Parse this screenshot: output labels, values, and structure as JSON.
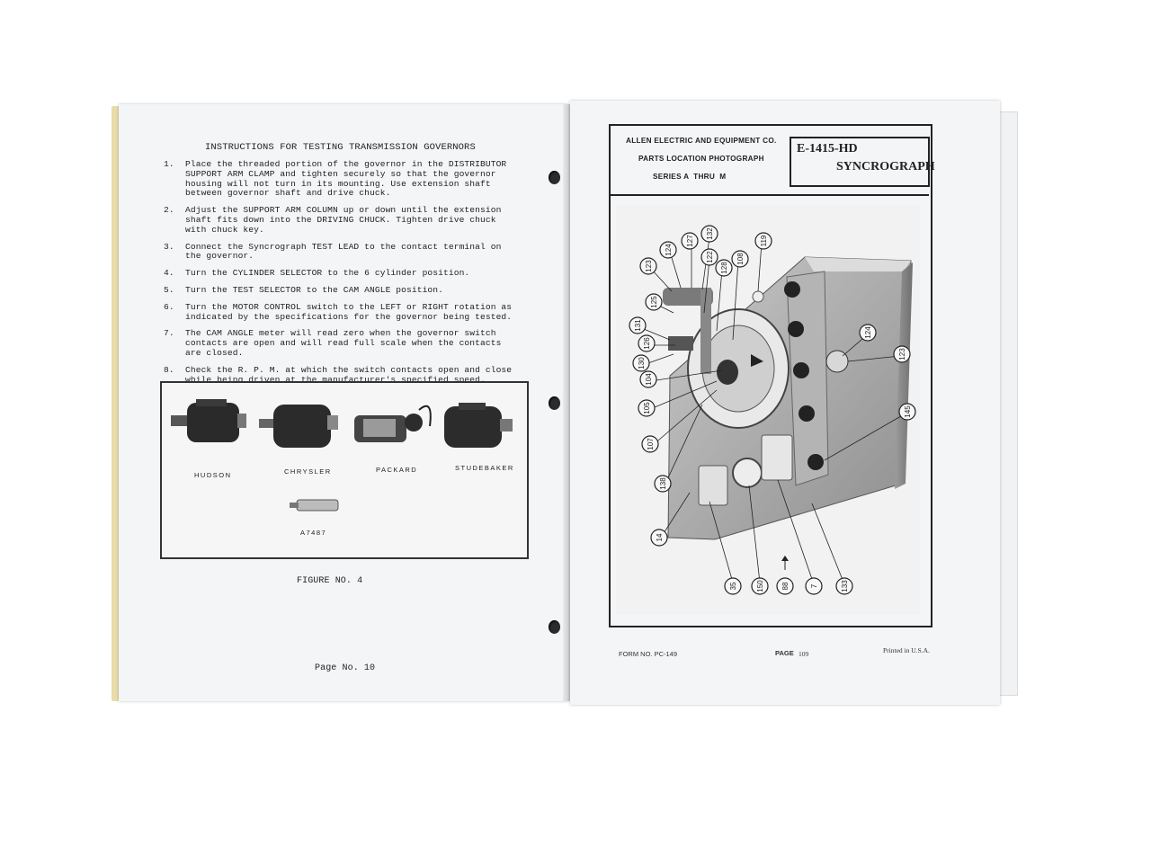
{
  "left_page": {
    "title": "INSTRUCTIONS FOR TESTING TRANSMISSION GOVERNORS",
    "steps": [
      {
        "num": "1.",
        "text": "Place the threaded portion of the governor in the DISTRIBUTOR SUPPORT ARM CLAMP and tighten securely so that the governor housing will not turn in its mounting. Use extension shaft between governor shaft and drive chuck."
      },
      {
        "num": "2.",
        "text": "Adjust the SUPPORT ARM COLUMN up or down until the extension shaft fits down into the DRIVING CHUCK. Tighten drive chuck with chuck key."
      },
      {
        "num": "3.",
        "text": "Connect the Syncrograph TEST LEAD to the contact terminal on the governor."
      },
      {
        "num": "4.",
        "text": "Turn the CYLINDER SELECTOR to the 6 cylinder position."
      },
      {
        "num": "5.",
        "text": "Turn the TEST SELECTOR to the CAM ANGLE position."
      },
      {
        "num": "6.",
        "text": "Turn the MOTOR CONTROL switch to the LEFT or RIGHT rotation as indicated by the specifications for the governor being tested."
      },
      {
        "num": "7.",
        "text": "The CAM ANGLE meter will read zero when the governor switch contacts are open and will read full scale when the contacts are closed."
      },
      {
        "num": "8.",
        "text": "Check the R. P. M. at which the switch contacts open and close while being driven at the manufacturer's specified speed."
      }
    ],
    "figure_labels": [
      "HUDSON",
      "CHRYSLER",
      "PACKARD",
      "STUDEBAKER",
      "A7487"
    ],
    "figure_caption": "FIGURE NO. 4",
    "page_number": "Page No. 10"
  },
  "right_page": {
    "company": "ALLEN ELECTRIC AND EQUIPMENT CO.",
    "subtitle": "PARTS LOCATION PHOTOGRAPH",
    "series": "SERIES A  THRU  M",
    "model_number": "E-1415-HD",
    "model_name": "SYNCROGRAPH",
    "callouts": [
      "123",
      "124",
      "127",
      "132",
      "119",
      "122",
      "128",
      "108",
      "125",
      "131",
      "126",
      "130",
      "104",
      "105",
      "107",
      "138",
      "14",
      "35",
      "150",
      "88",
      "7",
      "133",
      "124",
      "123",
      "145"
    ],
    "form_no": "FORM NO.  PC-149",
    "page_label": "PAGE",
    "page_number": "109",
    "printed": "Printed in U.S.A."
  }
}
